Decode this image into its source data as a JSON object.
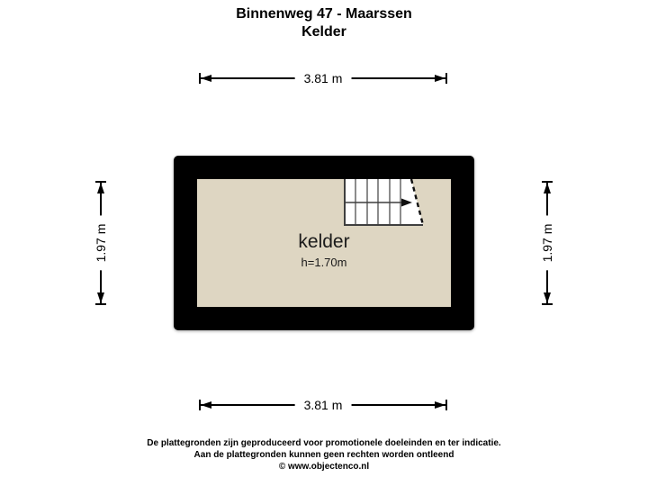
{
  "title": {
    "line1": "Binnenweg 47 - Maarssen",
    "line2": "Kelder"
  },
  "plan": {
    "room": {
      "name": "kelder",
      "ceiling_height": "h=1.70m"
    },
    "dimensions": {
      "width_top": "3.81 m",
      "width_bottom": "3.81 m",
      "height_left": "1.97 m",
      "height_right": "1.97 m"
    }
  },
  "footer": {
    "line1": "De plattegronden zijn geproduceerd voor promotionele doeleinden en ter indicatie.",
    "line2": "Aan de plattegronden kunnen geen rechten worden ontleend",
    "line3": "© www.objectenco.nl"
  },
  "colors": {
    "background": "#ffffff",
    "wall": "#000000",
    "floor": "#ded6c2",
    "stair_fill": "#ffffff",
    "stair_line": "#3f3f3f",
    "dimension_line": "#000000",
    "text": "#111111"
  }
}
